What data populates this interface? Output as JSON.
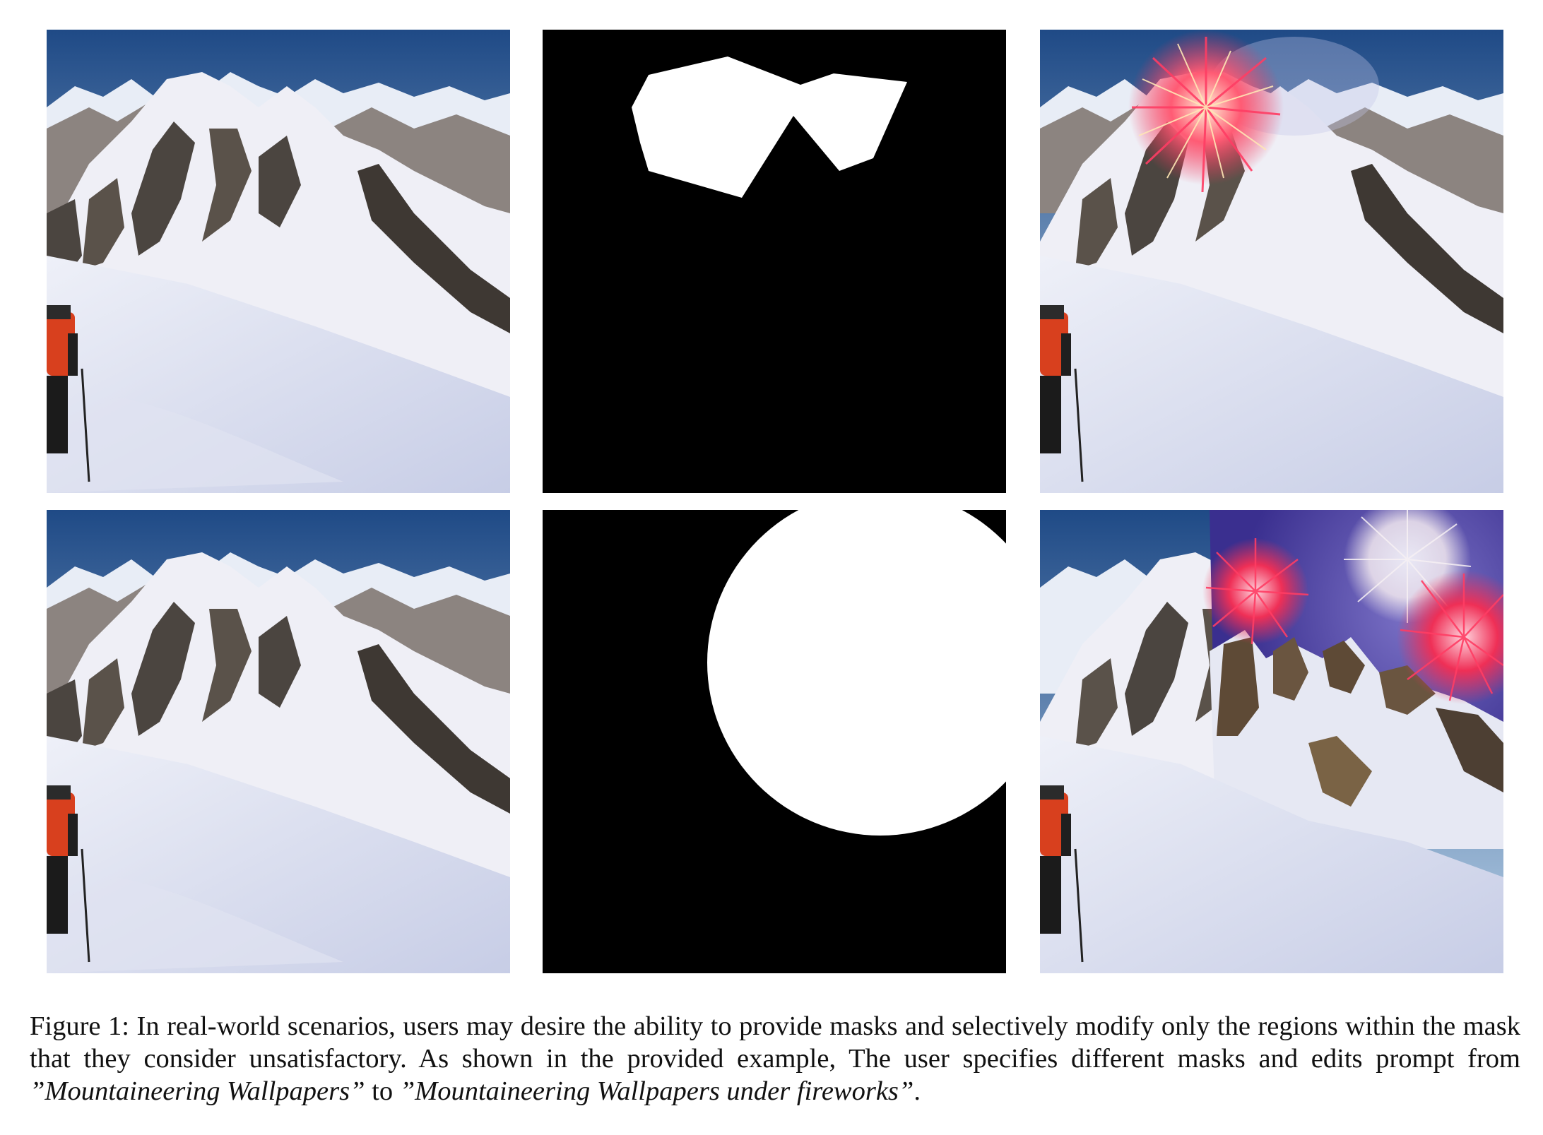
{
  "figure": {
    "panels": [
      {
        "name": "original-image-1",
        "kind": "photo-mountain",
        "row": 1,
        "col": 1
      },
      {
        "name": "mask-1",
        "kind": "mask-polygon",
        "row": 1,
        "col": 2
      },
      {
        "name": "edited-image-1",
        "kind": "photo-mountain-fireworks-single",
        "row": 1,
        "col": 3
      },
      {
        "name": "original-image-2",
        "kind": "photo-mountain",
        "row": 2,
        "col": 1
      },
      {
        "name": "mask-2",
        "kind": "mask-circle",
        "row": 2,
        "col": 2
      },
      {
        "name": "edited-image-2",
        "kind": "photo-mountain-fireworks-multi",
        "row": 2,
        "col": 3
      }
    ],
    "colors": {
      "sky_top": "#1f4a86",
      "sky_bottom": "#b9d2e8",
      "rock": "#4b4540",
      "snow": "#f2f4fb",
      "snow_shadow": "#c7cde6",
      "jacket": "#d8401e",
      "firework_red": "#ef2f56",
      "firework_pink": "#ff9ab3",
      "firework_white": "#f2e9ef",
      "night_sky": "#3a2f8f"
    }
  },
  "caption": {
    "figure_label": "Figure 1:",
    "part1": " In real-world scenarios, users may desire the ability to provide masks and selectively modify only the regions within the mask that they consider unsatisfactory. As shown in the provided example, The user specifies different masks and edits prompt from ",
    "prompt_from": "”Mountaineering Wallpapers”",
    "part2": " to ",
    "prompt_to": "”Mountaineering Wallpapers under fireworks”",
    "part3": "."
  }
}
